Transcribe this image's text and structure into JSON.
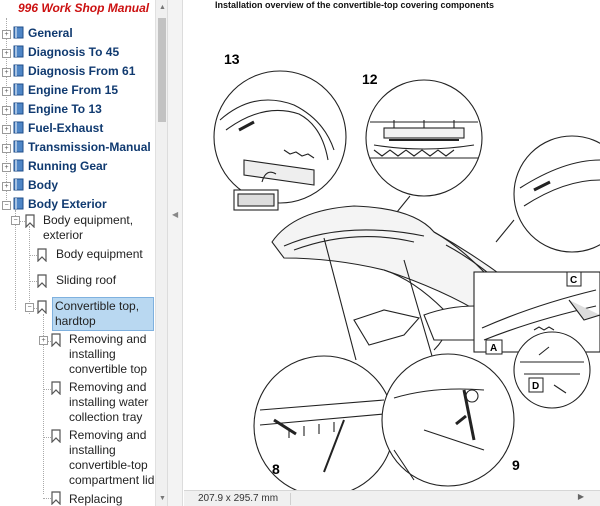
{
  "app": {
    "title": "996 Work Shop Manual"
  },
  "bookmarks": {
    "top_level": [
      {
        "label": "General"
      },
      {
        "label": "Diagnosis To 45"
      },
      {
        "label": "Diagnosis From 61"
      },
      {
        "label": "Engine From 15"
      },
      {
        "label": "Engine To 13"
      },
      {
        "label": "Fuel-Exhaust"
      },
      {
        "label": "Transmission-Manual"
      },
      {
        "label": "Running Gear"
      },
      {
        "label": "Body"
      },
      {
        "label": "Body Exterior"
      }
    ],
    "body_exterior_children": [
      {
        "label": "Body equipment, exterior",
        "lines": [
          "Body equipment,",
          "exterior"
        ]
      },
      {
        "label": "Body equipment"
      },
      {
        "label": "Sliding roof"
      },
      {
        "label": "Convertible top, hardtop",
        "lines": [
          "Convertible top,",
          "hardtop"
        ],
        "selected": true
      }
    ],
    "convertible_children": [
      {
        "lines": [
          "Removing and",
          "installing",
          "convertible top"
        ]
      },
      {
        "lines": [
          "Removing and",
          "installing water",
          "collection tray"
        ]
      },
      {
        "lines": [
          "Removing and",
          "installing",
          "convertible-top",
          "compartment lid"
        ]
      },
      {
        "lines": [
          "Replacing"
        ]
      }
    ]
  },
  "page": {
    "heading": "Installation overview of the convertible-top covering components",
    "callouts": {
      "c13": "13",
      "c12": "12",
      "c8": "8",
      "c9": "9",
      "cA": "A",
      "cC": "C",
      "cD": "D"
    }
  },
  "status": {
    "dimensions": "207.9 x 295.7 mm"
  },
  "colors": {
    "title_red": "#cc1111",
    "bookmark_blue": "#103a70",
    "selected_bg": "#b9d8f1"
  }
}
